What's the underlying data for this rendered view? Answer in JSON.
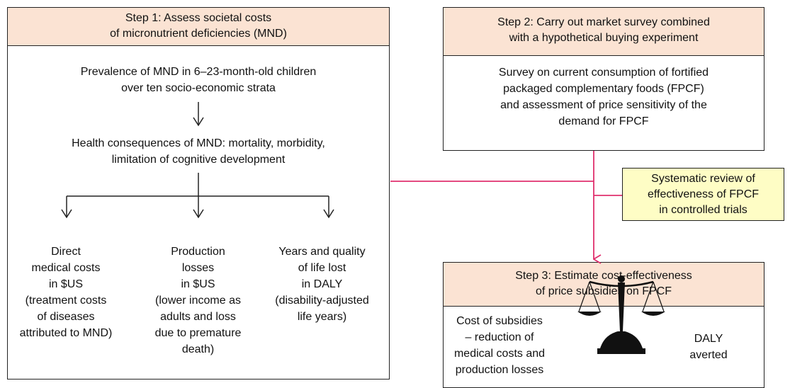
{
  "step1": {
    "header": "Step 1: Assess societal costs\nof micronutrient deficiencies (MND)",
    "prevalence": "Prevalence of MND in 6–23-month-old children\nover ten socio-economic strata",
    "consequences": "Health consequences of MND: mortality, morbidity,\nlimitation of cognitive development",
    "branches": [
      {
        "label": "Direct\nmedical costs\nin $US\n(treatment costs\nof diseases\nattributed to MND)"
      },
      {
        "label": "Production\nlosses\nin $US\n(lower income as\nadults and loss\ndue to premature\ndeath)"
      },
      {
        "label": "Years and quality\nof life lost\nin DALY\n(disability-adjusted\nlife years)"
      }
    ]
  },
  "step2": {
    "header": "Step 2: Carry out market survey combined\nwith a hypothetical buying experiment",
    "body": "Survey on current consumption of fortified\npackaged complementary foods (FPCF)\nand assessment of price sensitivity of the\ndemand for FPCF"
  },
  "review": {
    "text": "Systematic review of\neffectiveness of FPCF\nin controlled trials"
  },
  "step3": {
    "header": "Step 3: Estimate cost-effectiveness\nof price subsidies on FPCF",
    "left": "Cost of subsidies\n– reduction of\nmedical costs and\nproduction losses",
    "right": "DALY\naverted"
  },
  "colors": {
    "header_fill": "#fbe3d3",
    "review_fill": "#fefdc5",
    "connector": "#e0306e",
    "scale": "#111111"
  },
  "icons": [
    "down-arrow-icon",
    "balance-scale-icon"
  ]
}
